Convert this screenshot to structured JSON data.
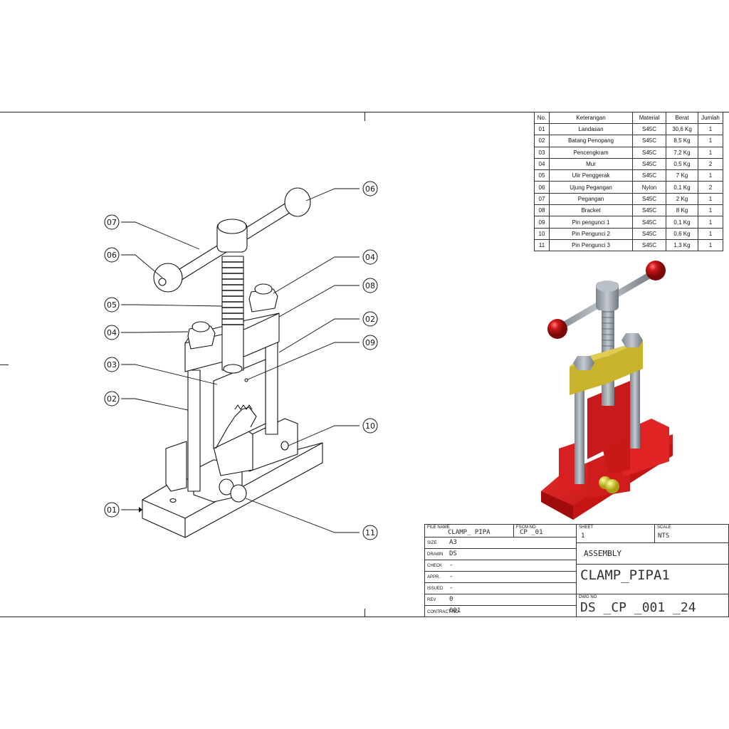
{
  "balloons": [
    {
      "id": "01"
    },
    {
      "id": "02"
    },
    {
      "id": "03"
    },
    {
      "id": "04"
    },
    {
      "id": "05"
    },
    {
      "id": "06"
    },
    {
      "id": "07"
    },
    {
      "id": "06"
    },
    {
      "id": "04"
    },
    {
      "id": "08"
    },
    {
      "id": "02"
    },
    {
      "id": "09"
    },
    {
      "id": "10"
    },
    {
      "id": "11"
    }
  ],
  "bom": {
    "headers": [
      "No.",
      "Keterangan",
      "Material",
      "Berat",
      "Jumlah"
    ],
    "rows": [
      [
        "01",
        "Landasan",
        "S45C",
        "30,6 Kg",
        "1"
      ],
      [
        "02",
        "Batang Penopang",
        "S45C",
        "8,5 Kg",
        "1"
      ],
      [
        "03",
        "Pencengkram",
        "S45C",
        "7,2 Kg",
        "1"
      ],
      [
        "04",
        "Mur",
        "S45C",
        "0,5 Kg",
        "2"
      ],
      [
        "05",
        "Ulir Penggerak",
        "S45C",
        "7 Kg",
        "1"
      ],
      [
        "06",
        "Ujung Pegangan",
        "Nylon",
        "0,1 Kg",
        "2"
      ],
      [
        "07",
        "Pegangan",
        "S45C",
        "2 Kg",
        "1"
      ],
      [
        "08",
        "Bracket",
        "S45C",
        "8 Kg",
        "1"
      ],
      [
        "09",
        "Pin pengunci 1",
        "S45C",
        "0,1 Kg",
        "1"
      ],
      [
        "10",
        "Pin Pengunci 2",
        "S45C",
        "0,6 Kg",
        "1"
      ],
      [
        "11",
        "Pin Pengunci 3",
        "S45C",
        "1,3 Kg",
        "1"
      ]
    ]
  },
  "title_block": {
    "file_name_label": "FILE NAME",
    "file_name": "CLAMP_ PIPA",
    "fscm_label": "FSCM NO",
    "fscm": "CP _01",
    "sheet_label": "SHEET",
    "sheet": "1",
    "scale_label": "SCALE",
    "scale": "NTS",
    "size_label": "SIZE",
    "size": "A3",
    "drawn_label": "DRAWN",
    "drawn": "DS",
    "check_label": "CHECK",
    "check": "-",
    "appr_label": "APPR.",
    "appr": "-",
    "issued_label": "ISSUED",
    "issued": "-",
    "rev_label": "REV",
    "rev": "0",
    "contract_label": "CONTRACT NO",
    "contract": "001",
    "subtitle": "ASSEMBLY",
    "title": "CLAMP_PIPA1",
    "dwg_label": "DWG NO",
    "dwg": "DS _CP _001 _24"
  },
  "colors": {
    "base": "#d42020",
    "bracket": "#c9b22c",
    "steel": "#9aa3ad",
    "knob": "#c41818",
    "pin": "#d8d020"
  }
}
